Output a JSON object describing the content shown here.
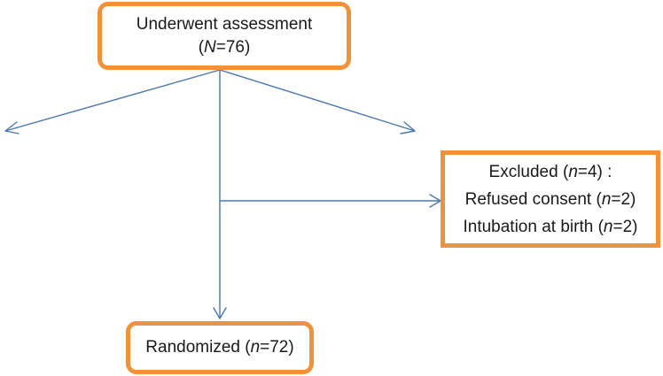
{
  "nodes": {
    "assessment": {
      "label": "Underwent assessment",
      "count_prefix": "(",
      "count_var": "N",
      "count_value": "=76)"
    },
    "excluded": {
      "title_prefix": "Excluded (",
      "title_var": "n",
      "title_suffix": "=4) :",
      "reasons": [
        {
          "label": "Refused consent (",
          "var": "n",
          "suffix": "=2)"
        },
        {
          "label": "Intubation at birth (",
          "var": "n",
          "suffix": "=2)"
        }
      ]
    },
    "randomized": {
      "label": "Randomized (",
      "var": "n",
      "suffix": "=72)"
    }
  },
  "colors": {
    "box_border": "#f0923b",
    "arrow": "#4a78b0",
    "text": "#1a1a1a"
  }
}
